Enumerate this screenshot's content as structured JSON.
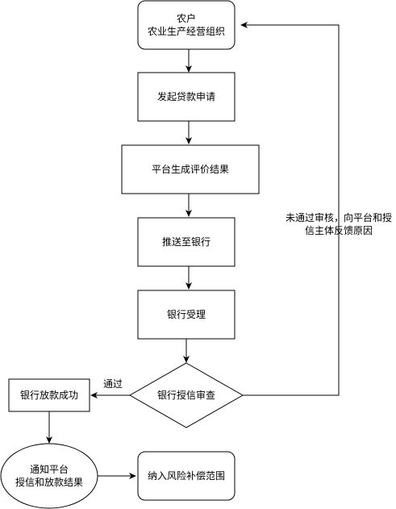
{
  "nodes": {
    "farmer": {
      "line1": "农户",
      "line2": "农业生产经营组织"
    },
    "apply": {
      "label": "发起贷款申请"
    },
    "evaluate": {
      "label": "平台生成评价结果"
    },
    "push": {
      "label": "推送至银行"
    },
    "accept": {
      "label": "银行受理"
    },
    "review": {
      "label": "银行授信审查"
    },
    "loan_success": {
      "label": "银行放款成功"
    },
    "notify": {
      "line1": "通知平台",
      "line2": "授信和放款结果"
    },
    "compensation": {
      "label": "纳入风险补偿范围"
    }
  },
  "edges": {
    "pass_label": "通过",
    "reject_line1": "未通过审核，向平台和授",
    "reject_line2": "信主体反馈原因"
  }
}
